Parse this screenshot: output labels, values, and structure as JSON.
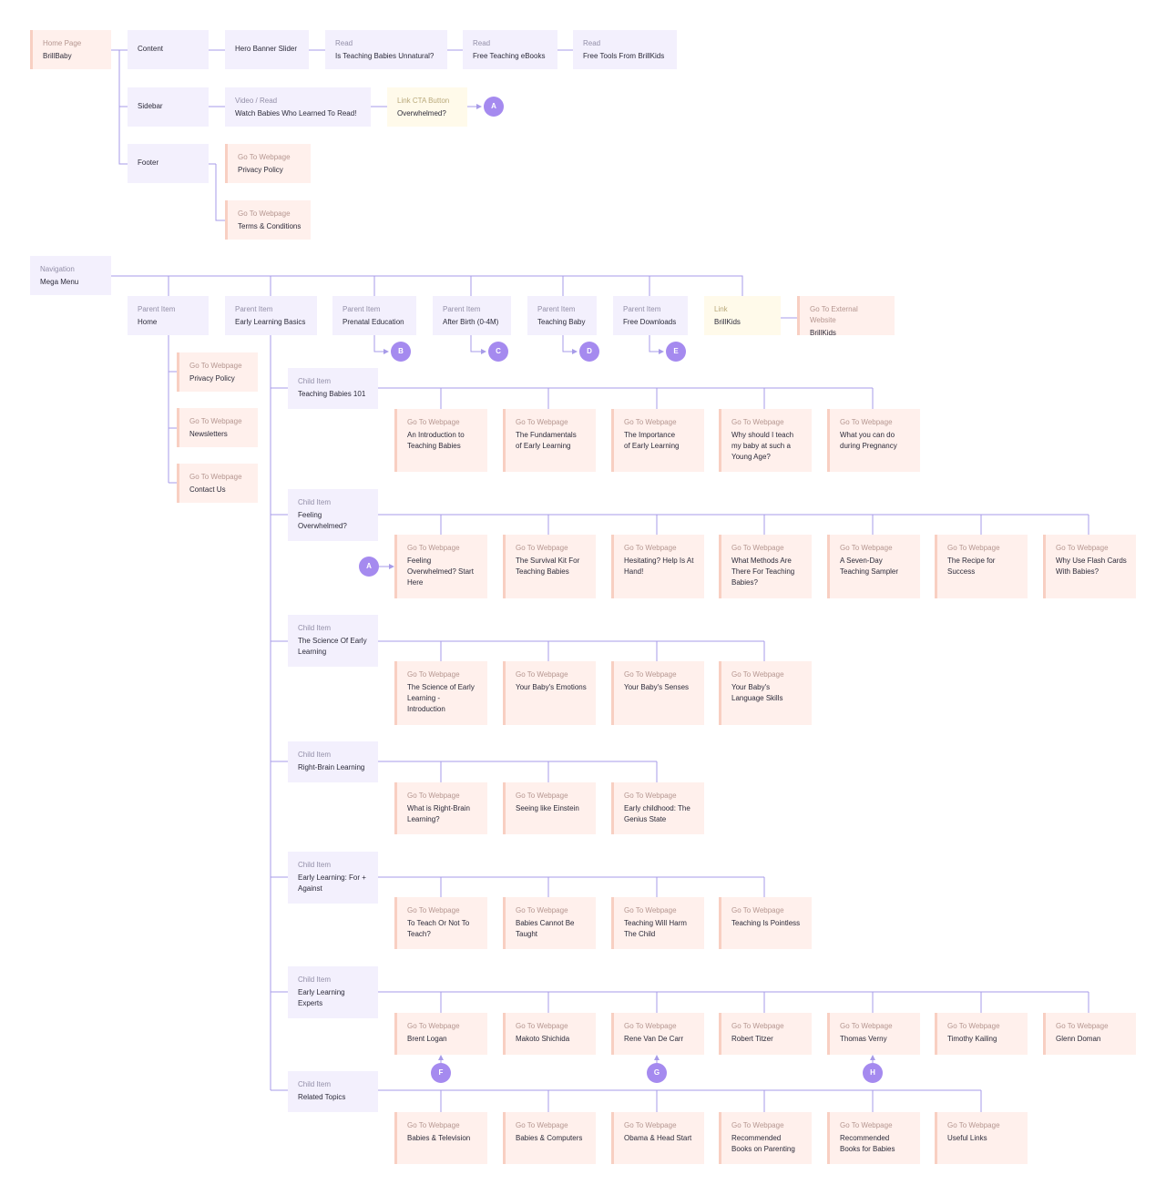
{
  "colors": {
    "connector": "#a79be8",
    "badge": "#a58aef",
    "purple_box": "#f3f0fd",
    "peach_box": "#fff0ec",
    "peach_accent": "#f8cfc2",
    "yellow_box": "#fffaea"
  },
  "nodes": {
    "home_page": {
      "label": "Home Page",
      "title": "BrillBaby"
    },
    "content": {
      "label": "",
      "title": "Content"
    },
    "hero_banner": {
      "label": "",
      "title": "Hero Banner Slider"
    },
    "read_unnatural": {
      "label": "Read",
      "title": "Is Teaching Babies Unnatural?"
    },
    "read_ebooks": {
      "label": "Read",
      "title": "Free Teaching eBooks"
    },
    "read_tools": {
      "label": "Read",
      "title": "Free Tools From BrillKids"
    },
    "sidebar": {
      "label": "",
      "title": "Sidebar"
    },
    "video_read": {
      "label": "Video / Read",
      "title": "Watch Babies Who Learned To Read!"
    },
    "link_cta": {
      "label": "Link CTA Button",
      "title": "Overwhelmed?"
    },
    "footer": {
      "label": "",
      "title": "Footer"
    },
    "footer_privacy": {
      "label": "Go To Webpage",
      "title": "Privacy Policy"
    },
    "footer_terms": {
      "label": "Go To Webpage",
      "title": "Terms & Conditions"
    },
    "navigation": {
      "label": "Navigation",
      "title": "Mega Menu"
    },
    "p_home": {
      "label": "Parent Item",
      "title": "Home"
    },
    "p_elb": {
      "label": "Parent Item",
      "title": "Early Learning Basics"
    },
    "p_prenatal": {
      "label": "Parent Item",
      "title": "Prenatal Education"
    },
    "p_after_birth": {
      "label": "Parent Item",
      "title": "After Birth (0-4M)"
    },
    "p_teaching_baby": {
      "label": "Parent Item",
      "title": "Teaching Baby"
    },
    "p_free_downloads": {
      "label": "Parent Item",
      "title": "Free Downloads"
    },
    "link_brillkids": {
      "label": "Link",
      "title": "BrillKids"
    },
    "ext_brillkids": {
      "label": "Go To External Website",
      "title": "BrillKids"
    },
    "h_privacy": {
      "label": "Go To Webpage",
      "title": "Privacy Policy"
    },
    "h_newsletters": {
      "label": "Go To Webpage",
      "title": "Newsletters"
    },
    "h_contact": {
      "label": "Go To Webpage",
      "title": "Contact Us"
    },
    "c1": {
      "label": "Child Item",
      "title": "Teaching Babies 101"
    },
    "c1_1": {
      "label": "Go To Webpage",
      "title": "An Introduction to\nTeaching Babies"
    },
    "c1_2": {
      "label": "Go To Webpage",
      "title": "The Fundamentals\nof Early Learning"
    },
    "c1_3": {
      "label": "Go To Webpage",
      "title": "The Importance\nof Early Learning"
    },
    "c1_4": {
      "label": "Go To Webpage",
      "title": "Why should I teach\nmy baby at such a\nYoung Age?"
    },
    "c1_5": {
      "label": "Go To Webpage",
      "title": "What you can do\nduring Pregnancy"
    },
    "c2": {
      "label": "Child Item",
      "title": "Feeling\nOverwhelmed?"
    },
    "c2_1": {
      "label": "Go To Webpage",
      "title": "Feeling\nOverwhelmed? Start\nHere"
    },
    "c2_2": {
      "label": "Go To Webpage",
      "title": "The Survival Kit For\nTeaching Babies"
    },
    "c2_3": {
      "label": "Go To Webpage",
      "title": "Hesitating? Help Is At\nHand!"
    },
    "c2_4": {
      "label": "Go To Webpage",
      "title": "What Methods Are\nThere For Teaching\nBabies?"
    },
    "c2_5": {
      "label": "Go To Webpage",
      "title": "A Seven-Day\nTeaching Sampler"
    },
    "c2_6": {
      "label": "Go To Webpage",
      "title": "The Recipe for\nSuccess"
    },
    "c2_7": {
      "label": "Go To Webpage",
      "title": "Why Use Flash Cards\nWith Babies?"
    },
    "c3": {
      "label": "Child Item",
      "title": "The Science Of Early\nLearning"
    },
    "c3_1": {
      "label": "Go To Webpage",
      "title": "The Science of Early\nLearning -\nIntroduction"
    },
    "c3_2": {
      "label": "Go To Webpage",
      "title": "Your Baby's Emotions"
    },
    "c3_3": {
      "label": "Go To Webpage",
      "title": "Your Baby's Senses"
    },
    "c3_4": {
      "label": "Go To Webpage",
      "title": "Your Baby's\nLanguage Skills"
    },
    "c4": {
      "label": "Child Item",
      "title": "Right-Brain Learning"
    },
    "c4_1": {
      "label": "Go To Webpage",
      "title": "What is Right-Brain\nLearning?"
    },
    "c4_2": {
      "label": "Go To Webpage",
      "title": "Seeing like Einstein"
    },
    "c4_3": {
      "label": "Go To Webpage",
      "title": "Early childhood: The\nGenius State"
    },
    "c5": {
      "label": "Child Item",
      "title": "Early Learning: For +\nAgainst"
    },
    "c5_1": {
      "label": "Go To Webpage",
      "title": "To Teach Or Not To\nTeach?"
    },
    "c5_2": {
      "label": "Go To Webpage",
      "title": "Babies Cannot Be\nTaught"
    },
    "c5_3": {
      "label": "Go To Webpage",
      "title": "Teaching Will Harm\nThe Child"
    },
    "c5_4": {
      "label": "Go To Webpage",
      "title": "Teaching Is Pointless"
    },
    "c6": {
      "label": "Child Item",
      "title": "Early Learning\nExperts"
    },
    "c6_1": {
      "label": "Go To Webpage",
      "title": "Brent Logan"
    },
    "c6_2": {
      "label": "Go To Webpage",
      "title": "Makoto Shichida"
    },
    "c6_3": {
      "label": "Go To Webpage",
      "title": "Rene Van De Carr"
    },
    "c6_4": {
      "label": "Go To Webpage",
      "title": "Robert Titzer"
    },
    "c6_5": {
      "label": "Go To Webpage",
      "title": "Thomas Verny"
    },
    "c6_6": {
      "label": "Go To Webpage",
      "title": "Timothy Kailing"
    },
    "c6_7": {
      "label": "Go To Webpage",
      "title": "Glenn Doman"
    },
    "c7": {
      "label": "Child Item",
      "title": "Related Topics"
    },
    "c7_1": {
      "label": "Go To Webpage",
      "title": "Babies & Television"
    },
    "c7_2": {
      "label": "Go To Webpage",
      "title": "Babies & Computers"
    },
    "c7_3": {
      "label": "Go To Webpage",
      "title": "Obama & Head Start"
    },
    "c7_4": {
      "label": "Go To Webpage",
      "title": "Recommended\nBooks on Parenting"
    },
    "c7_5": {
      "label": "Go To Webpage",
      "title": "Recommended\nBooks for Babies"
    },
    "c7_6": {
      "label": "Go To Webpage",
      "title": "Useful Links"
    }
  },
  "badges": {
    "cta_a": "A",
    "prenatal_b": "B",
    "afterbirth_c": "C",
    "teaching_d": "D",
    "downloads_e": "E",
    "overwhelmed_a": "A",
    "logan_f": "F",
    "vandecarr_g": "G",
    "verny_h": "H"
  },
  "edges": [
    [
      "home_page",
      "content"
    ],
    [
      "home_page",
      "sidebar"
    ],
    [
      "home_page",
      "footer"
    ],
    [
      "content",
      "hero_banner"
    ],
    [
      "hero_banner",
      "read_unnatural"
    ],
    [
      "read_unnatural",
      "read_ebooks"
    ],
    [
      "read_ebooks",
      "read_tools"
    ],
    [
      "sidebar",
      "video_read"
    ],
    [
      "video_read",
      "link_cta"
    ],
    [
      "link_cta",
      "cta_a"
    ],
    [
      "footer",
      "footer_privacy"
    ],
    [
      "footer",
      "footer_terms"
    ],
    [
      "navigation",
      "p_home"
    ],
    [
      "navigation",
      "p_elb"
    ],
    [
      "navigation",
      "p_prenatal"
    ],
    [
      "navigation",
      "p_after_birth"
    ],
    [
      "navigation",
      "p_teaching_baby"
    ],
    [
      "navigation",
      "p_free_downloads"
    ],
    [
      "navigation",
      "link_brillkids"
    ],
    [
      "link_brillkids",
      "ext_brillkids"
    ],
    [
      "p_prenatal",
      "prenatal_b"
    ],
    [
      "p_after_birth",
      "afterbirth_c"
    ],
    [
      "p_teaching_baby",
      "teaching_d"
    ],
    [
      "p_free_downloads",
      "downloads_e"
    ],
    [
      "p_home",
      "h_privacy"
    ],
    [
      "p_home",
      "h_newsletters"
    ],
    [
      "p_home",
      "h_contact"
    ],
    [
      "p_elb",
      "c1"
    ],
    [
      "p_elb",
      "c2"
    ],
    [
      "p_elb",
      "c3"
    ],
    [
      "p_elb",
      "c4"
    ],
    [
      "p_elb",
      "c5"
    ],
    [
      "p_elb",
      "c6"
    ],
    [
      "p_elb",
      "c7"
    ],
    [
      "c1",
      "c1_1"
    ],
    [
      "c1",
      "c1_2"
    ],
    [
      "c1",
      "c1_3"
    ],
    [
      "c1",
      "c1_4"
    ],
    [
      "c1",
      "c1_5"
    ],
    [
      "c2",
      "c2_1"
    ],
    [
      "c2",
      "c2_2"
    ],
    [
      "c2",
      "c2_3"
    ],
    [
      "c2",
      "c2_4"
    ],
    [
      "c2",
      "c2_5"
    ],
    [
      "c2",
      "c2_6"
    ],
    [
      "c2",
      "c2_7"
    ],
    [
      "overwhelmed_a",
      "c2_1"
    ],
    [
      "c3",
      "c3_1"
    ],
    [
      "c3",
      "c3_2"
    ],
    [
      "c3",
      "c3_3"
    ],
    [
      "c3",
      "c3_4"
    ],
    [
      "c4",
      "c4_1"
    ],
    [
      "c4",
      "c4_2"
    ],
    [
      "c4",
      "c4_3"
    ],
    [
      "c5",
      "c5_1"
    ],
    [
      "c5",
      "c5_2"
    ],
    [
      "c5",
      "c5_3"
    ],
    [
      "c5",
      "c5_4"
    ],
    [
      "c6",
      "c6_1"
    ],
    [
      "c6",
      "c6_2"
    ],
    [
      "c6",
      "c6_3"
    ],
    [
      "c6",
      "c6_4"
    ],
    [
      "c6",
      "c6_5"
    ],
    [
      "c6",
      "c6_6"
    ],
    [
      "c6",
      "c6_7"
    ],
    [
      "logan_f",
      "c6_1"
    ],
    [
      "vandecarr_g",
      "c6_3"
    ],
    [
      "verny_h",
      "c6_5"
    ],
    [
      "c7",
      "c7_1"
    ],
    [
      "c7",
      "c7_2"
    ],
    [
      "c7",
      "c7_3"
    ],
    [
      "c7",
      "c7_4"
    ],
    [
      "c7",
      "c7_5"
    ],
    [
      "c7",
      "c7_6"
    ]
  ]
}
